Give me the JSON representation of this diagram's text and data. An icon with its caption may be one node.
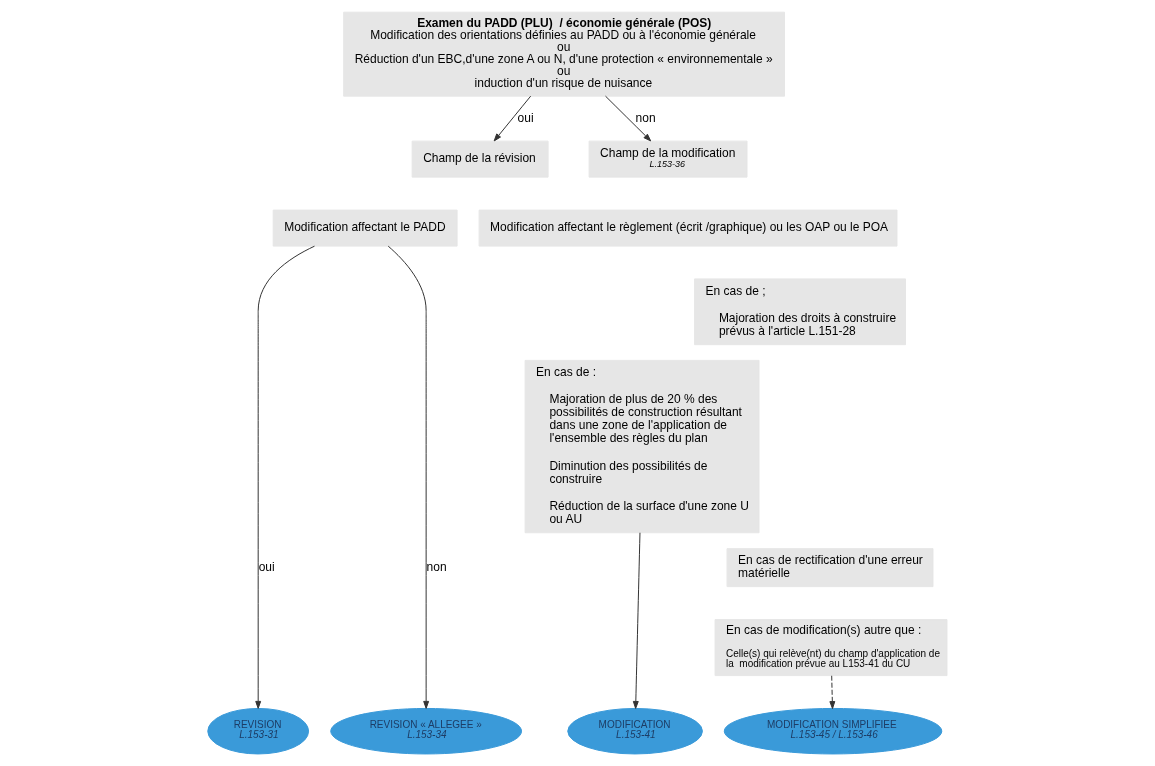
{
  "diagram": {
    "nodes": [
      {
        "text": [
          "Examen du PADD (PLU)  / économie générale (POS)",
          "Modification des orientations définies au PADD ou à l'économie générale",
          "ou",
          "Réduction d'un EBC,d'une zone A ou N, d'une protection « environnementale »",
          "ou",
          "induction d'un risque de nuisance"
        ]
      },
      {
        "text": [
          "Champ de la révision"
        ]
      },
      {
        "text": [
          "Modification affectant le PADD"
        ]
      },
      {
        "text": [
          "Champ de la modification",
          "L.153-36"
        ]
      },
      {
        "text": [
          "Modification affectant le règlement (écrit /graphique) ou les OAP ou le POA"
        ]
      },
      {
        "text": [
          "En cas de :",
          "Majoration de plus de 20 % des possibilités de construction résultant dans une zone de l'application de l'ensemble des règles du plan",
          "Diminution des possibilités de construire",
          "Réduction de la surface d'une zone U ou AU"
        ]
      },
      {
        "text": [
          "En cas de ;",
          "Majoration des droits à construire prévus à l'article L.151-28"
        ]
      },
      {
        "text": [
          "En cas de rectification d'une erreur matérielle"
        ]
      },
      {
        "text": [
          "En cas de modification(s) autre que :",
          "Celle(s) qui relève(nt) du champ d'application de la  modification prévue au L153-41 du CU"
        ]
      },
      {
        "text": [
          "REVISION",
          "L.153-31"
        ]
      },
      {
        "text": [
          "REVISION « ALLEGEE »",
          "L.153-34"
        ]
      },
      {
        "text": [
          "MODIFICATION",
          "L.153-41"
        ]
      },
      {
        "text": [
          "MODIFICATION SIMPLIFIEE",
          "L.153-45 / L.153-46"
        ]
      }
    ],
    "edges": [
      {
        "from": 0,
        "to": 1,
        "arrow": "to",
        "label": "oui"
      },
      {
        "from": 0,
        "to": 3,
        "arrow": "to",
        "label": "non"
      },
      {
        "from": 2,
        "to": 9,
        "arrow": "to",
        "label": "oui"
      },
      {
        "from": 2,
        "to": 10,
        "arrow": "to",
        "label": "non"
      },
      {
        "from": 5,
        "to": 11,
        "arrow": "to"
      },
      {
        "from": 8,
        "to": 12,
        "arrow": "to",
        "style": "dashed"
      }
    ]
  }
}
